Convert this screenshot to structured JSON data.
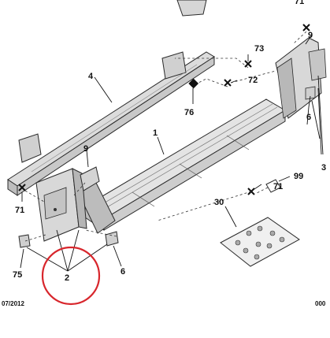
{
  "callouts": {
    "c71_top": "71",
    "c9_top": "9",
    "c73": "73",
    "c72": "72",
    "c4": "4",
    "c76": "76",
    "c6_right": "6",
    "c3": "3",
    "c1": "1",
    "c9_mid": "9",
    "c71_mid": "71",
    "c99": "99",
    "c71_left": "71",
    "c30": "30",
    "c75": "75",
    "c2": "2",
    "c6_bottom": "6"
  },
  "footer": {
    "date": "07/2012",
    "code": "000"
  },
  "colors": {
    "part_fill": "#e2e2e2",
    "part_dark": "#b9b9b9",
    "outline": "#2a2a2a",
    "highlight_circle": "#d8262c"
  }
}
